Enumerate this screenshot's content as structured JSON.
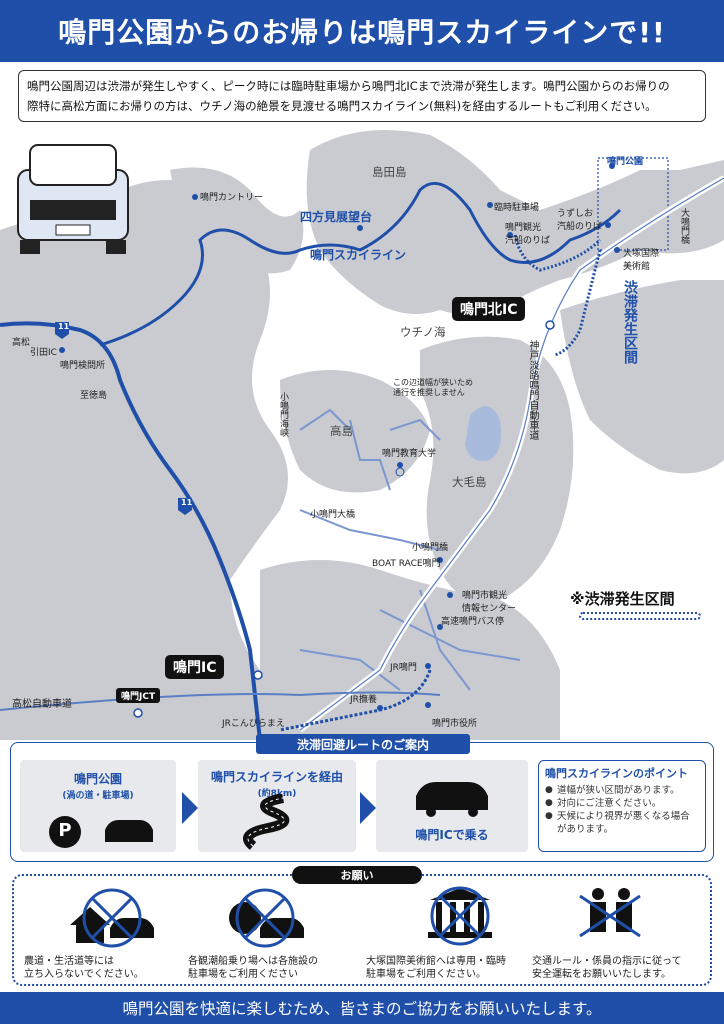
{
  "header": {
    "title": "鳴門公園からのお帰りは鳴門スカイラインで!!"
  },
  "notice": {
    "line1": "鳴門公園周辺は渋滞が発生しやすく、ピーク時には臨時駐車場から鳴門北ICまで渋滞が発生します。鳴門公園からのお帰りの",
    "line2": "際特に高松方面にお帰りの方は、ウチノ海の絶景を見渡せる鳴門スカイライン(無料)を経由するルートもご利用ください。"
  },
  "map": {
    "labels": {
      "shimadajima": "島田島",
      "naruto_park": "鳴門公園",
      "shihou_miharashi": "四方見展望台",
      "skyline": "鳴門スカイライン",
      "country": "鳴門カントリー",
      "temp_parking": "臨時駐車場",
      "uzushio_kisen": "うずしお\n汽船のりば",
      "naruto_kanko_kisen": "鳴門観光\n汽船のりば",
      "otsuka_museum": "大塚国際\n美術館",
      "onaruto_bridge": "大鳴門橋",
      "naruto_kita_ic": "鳴門北IC",
      "uchinoumi": "ウチノ海",
      "takamatsu": "高松",
      "hikita_ic": "引田IC",
      "naruto_toll": "鳴門検問所",
      "to_tokushima": "至徳島",
      "route11": "11",
      "konaruto_kaikyo": "小鳴門海峡",
      "narrow_road": "この辺道幅が狭いため\n通行を推奨しません",
      "takashima": "高島",
      "naruto_kyoiku_univ": "鳴門教育大学",
      "ogejima": "大毛島",
      "kobe_awaji": "神戸淡路鳴門自動車道",
      "congestion_vert": "渋滞発生区間",
      "congestion_legend": "※渋滞発生区間",
      "konaruto_bridge": "小鳴門大橋",
      "konaruto_bridge2": "小鳴門橋",
      "boat_race": "BOAT RACE鳴門",
      "tourism_info": "鳴門市観光\n情報センター",
      "bus_stop": "高速鳴門バス停",
      "naruto_ic": "鳴門IC",
      "naruto_jct": "鳴門JCT",
      "takamatsu_expwy": "高松自動車道",
      "jr_naruto": "JR鳴門",
      "jr_muya": "JR撫養",
      "jr_konpira": "JRこんぴらまえ",
      "city_hall": "鳴門市役所"
    }
  },
  "route_panel": {
    "title": "渋滞回避ルートのご案内",
    "step1_line1": "鳴門公園",
    "step1_line2": "(渦の道・駐車場)",
    "step2_line1": "鳴門スカイラインを経由",
    "step2_line2": "(約8km)",
    "step3_line1": "鳴門ICで乗る",
    "parking_letter": "P",
    "points_title": "鳴門スカイラインのポイント",
    "points": [
      "道幅が狭い区間があります。",
      "対向にご注意ください。",
      "天候により視界が悪くなる場合があります。"
    ]
  },
  "requests": {
    "title": "お願い",
    "items": [
      "農道・生活道等には\n立ち入らないでください。",
      "各観潮船乗り場へは各施設の\n駐車場をご利用ください",
      "大塚国際美術館へは専用・臨時\n駐車場をご利用ください。",
      "交通ルール・係員の指示に従って\n安全運転をお願いいたします。"
    ]
  },
  "footer": {
    "text": "鳴門公園を快適に楽しむため、皆さまのご協力をお願いいたします。"
  },
  "colors": {
    "primary": "#1f4fa8",
    "land": "#c9cbd0",
    "sea": "#ffffff",
    "road": "#5a7fc4"
  }
}
